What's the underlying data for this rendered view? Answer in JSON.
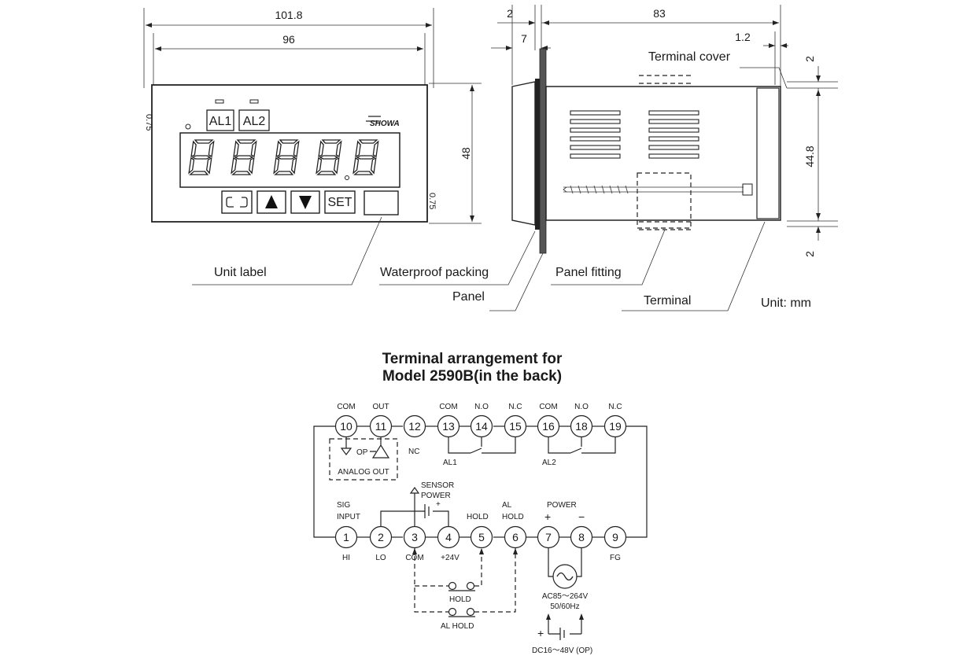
{
  "dimensions": {
    "front_total_width": "101.8",
    "front_panel_width": "96",
    "front_height": "48",
    "side_2": "2",
    "side_7": "7",
    "side_depth": "83",
    "side_1_2": "1.2",
    "side_top_gap": "2",
    "side_body_height": "44.8",
    "side_bottom_gap": "2"
  },
  "front": {
    "al1": "AL1",
    "al2": "AL2",
    "brand": "SHOWA",
    "set_key": "SET",
    "side_mark_left": "0.75",
    "side_mark_right": "0.75"
  },
  "labels": {
    "terminal_cover": "Terminal cover",
    "unit_label": "Unit label",
    "waterproof_packing": "Waterproof packing",
    "panel_fitting": "Panel fitting",
    "panel": "Panel",
    "terminal": "Terminal",
    "unit": "Unit: mm"
  },
  "wiring": {
    "title_line1": "Terminal arrangement for",
    "title_line2": "Model 2590B(in the back)",
    "top_terminals": [
      "10",
      "11",
      "12",
      "13",
      "14",
      "15",
      "16",
      "18",
      "19"
    ],
    "top_labels": [
      "COM",
      "OUT",
      "COM",
      "N.O",
      "N.C",
      "COM",
      "N.O",
      "N.C"
    ],
    "bottom_terminals": [
      "1",
      "2",
      "3",
      "4",
      "5",
      "6",
      "7",
      "8",
      "9"
    ],
    "bottom_labels": [
      "HI",
      "LO",
      "COM",
      "+24V",
      "FG"
    ],
    "nc": "NC",
    "op": "OP",
    "analog_out": "ANALOG OUT",
    "al1": "AL1",
    "al2": "AL2",
    "sensor": "SENSOR",
    "power_label": "POWER",
    "sig": "SIG",
    "input": "INPUT",
    "hold": "HOLD",
    "al": "AL",
    "al_hold": "HOLD",
    "power": "POWER",
    "plus": "+",
    "minus": "−",
    "cap_plus": "+",
    "hold_switch": "HOLD",
    "al_hold_switch": "AL HOLD",
    "ac_supply": "AC85〜264V",
    "freq": "50/60Hz",
    "dc_plus": "+",
    "dc_supply": "DC16〜48V (OP)"
  }
}
